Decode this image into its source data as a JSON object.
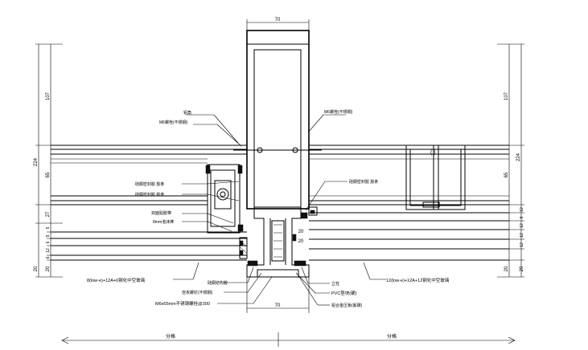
{
  "dimensions": {
    "mullion_width_top": "70",
    "mullion_width_bottom": "70",
    "left_total": "224",
    "left_upper": "107",
    "left_mid": "65",
    "left_chain": [
      "27",
      "5",
      "5",
      "6",
      "12",
      "6",
      "20"
    ],
    "right_total": "224",
    "right_upper": "107",
    "right_mid": "65",
    "right_chain": [
      "12",
      "8",
      "12",
      "12",
      "12",
      "20"
    ],
    "center_small": [
      "20",
      "20"
    ],
    "overall_left": "分格",
    "overall_right": "分格"
  },
  "labels": {
    "top_left_1": "铝角",
    "top_left_2": "M6螺栓(不锈钢)",
    "top_right_1": "M6螺栓(不锈钢)",
    "left_a": "硅酮密封胶 胶条",
    "left_b": "硅酮密封胶 胶条",
    "left_c": "双面贴胶带",
    "left_d": "8mm泡沫棒",
    "right_a": "硅酮密封胶 胶条",
    "glass_left": "8(low-e)+12A+6钢化中空玻璃",
    "glass_right": "12(low-e)+12A+12钢化中空玻璃",
    "bottom_1": "硅酮结构胶",
    "bottom_2": "自攻螺钉(不锈钢)",
    "bottom_3": "M6x65mm不锈钢螺栓@300",
    "bottom_4": "立柱",
    "bottom_5": "PVC垫块(硬)",
    "bottom_6": "铝合金压板(氟碳)"
  }
}
